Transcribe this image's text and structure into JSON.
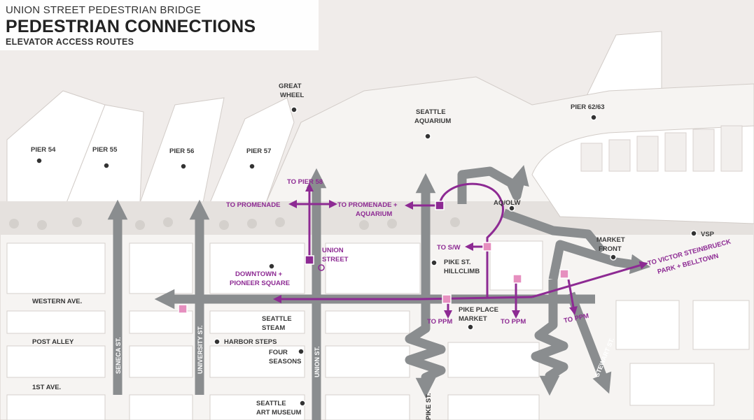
{
  "header": {
    "line1": "UNION STREET PEDESTRIAN BRIDGE",
    "title": "PEDESTRIAN CONNECTIONS",
    "subtitle": "ELEVATOR ACCESS ROUTES"
  },
  "colors": {
    "route": "#8d2a93",
    "walkway": "#8a8d8f",
    "elevator": "#e68fbf",
    "water": "#f0ecea",
    "block": "#ffffff"
  },
  "landmarks": {
    "pier54": "PIER 54",
    "pier55": "PIER 55",
    "pier56": "PIER 56",
    "pier57": "PIER 57",
    "great_wheel_1": "GREAT",
    "great_wheel_2": "WHEEL",
    "aquarium_1": "SEATTLE",
    "aquarium_2": "AQUARIUM",
    "pier62": "PIER 62/63",
    "aq_olw": "AQ/OLW",
    "vsp": "VSP",
    "market_front_1": "MARKET",
    "market_front_2": "FRONT",
    "pike_hillclimb_1": "PIKE ST.",
    "pike_hillclimb_2": "HILLCLIMB",
    "pike_market_1": "PIKE PLACE",
    "pike_market_2": "MARKET",
    "seattle_steam_1": "SEATTLE",
    "seattle_steam_2": "STEAM",
    "harbor_steps": "HARBOR STEPS",
    "four_seasons_1": "FOUR",
    "four_seasons_2": "SEASONS",
    "art_museum_1": "SEATTLE",
    "art_museum_2": "ART MUSEUM"
  },
  "streets": {
    "western": "WESTERN AVE.",
    "post_alley": "POST ALLEY",
    "first": "1ST AVE.",
    "seneca": "SENECA ST.",
    "university": "UNIVERSITY ST.",
    "union": "UNION ST.",
    "pike": "PIKE ST.",
    "stewart": "STEWART ST."
  },
  "routes": {
    "to_pier58": "TO PIER 58",
    "to_promenade": "TO PROMENADE",
    "to_promenade_aq_1": "TO PROMENADE +",
    "to_promenade_aq_2": "AQUARIUM",
    "union_street_1": "UNION",
    "union_street_2": "STREET",
    "downtown_1": "DOWNTOWN +",
    "downtown_2": "PIONEER SQUARE",
    "to_sw": "TO S/W",
    "to_victor_1": "TO VICTOR STEINBRUECK",
    "to_victor_2": "PARK + BELLTOWN",
    "to_ppm_1": "TO PPM",
    "to_ppm_2": "TO PPM",
    "to_ppm_3": "TO PPM"
  }
}
